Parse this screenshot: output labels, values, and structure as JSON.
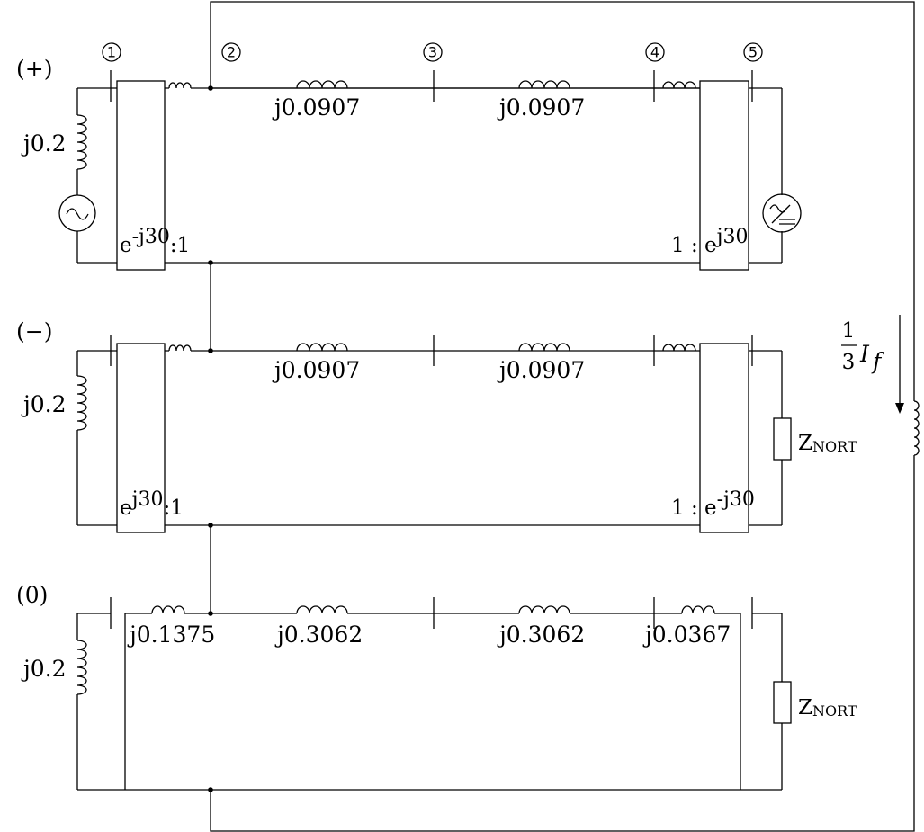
{
  "nodes": [
    "1",
    "2",
    "3",
    "4",
    "5"
  ],
  "positive": {
    "label": "(+)",
    "source_reactance": "j0.2",
    "line1": "j0.0907",
    "line2": "j0.0907",
    "xfmr_left_e": "e",
    "xfmr_left_exp": "-j30",
    "xfmr_left_ratio": ":1",
    "xfmr_right_ratio": "1 : e",
    "xfmr_right_exp": "j30"
  },
  "negative": {
    "label": "(−)",
    "source_reactance": "j0.2",
    "line1": "j0.0907",
    "line2": "j0.0907",
    "xfmr_left_e": "e",
    "xfmr_left_exp": "j30",
    "xfmr_left_ratio": ":1",
    "xfmr_right_ratio": "1 : e",
    "xfmr_right_exp": "-j30",
    "load_z": "Z",
    "load_sub": "NORT"
  },
  "zero": {
    "label": "(0)",
    "source_reactance": "j0.2",
    "xfmr1": "j0.1375",
    "line1": "j0.3062",
    "line2": "j0.3062",
    "xfmr2": "j0.0367",
    "load_z": "Z",
    "load_sub": "NORT"
  },
  "fault_current": {
    "numerator": "1",
    "denominator": "3",
    "symbol": "I",
    "subscript": "f"
  }
}
